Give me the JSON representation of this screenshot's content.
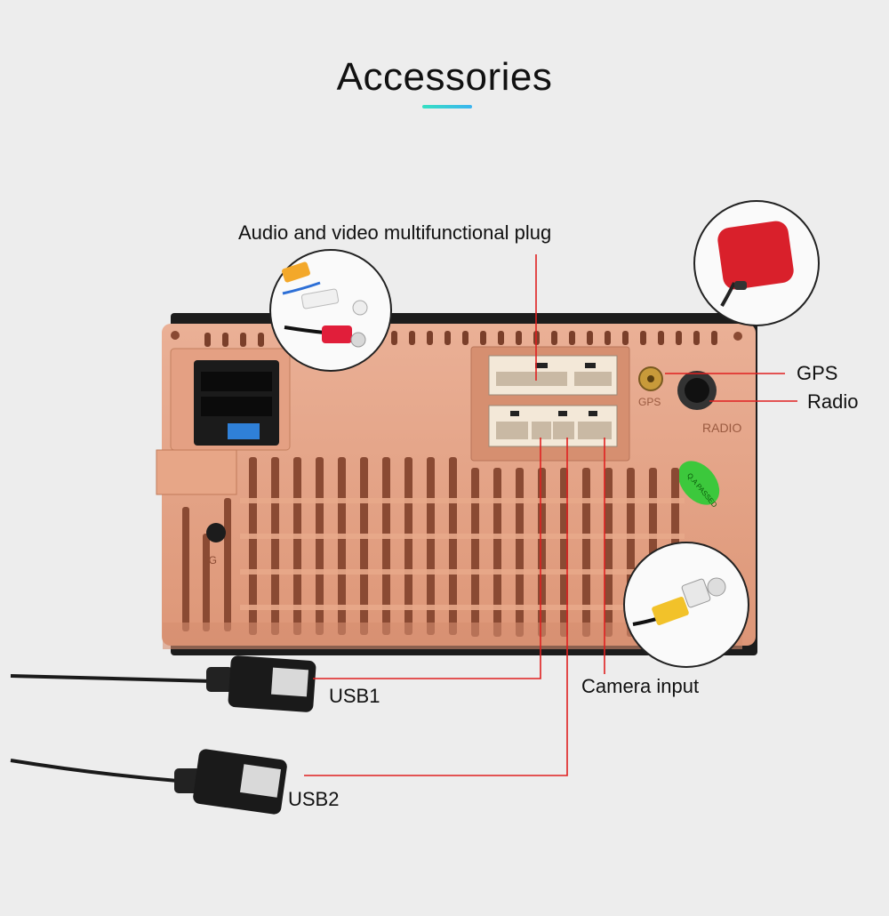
{
  "page": {
    "title": "Accessories",
    "accent_gradient": [
      "#35e0c2",
      "#3bb4f0"
    ],
    "background": "#ededed"
  },
  "callouts": {
    "av_plug": "Audio and video multifunctional plug",
    "gps": "GPS",
    "radio": "Radio",
    "usb1": "USB1",
    "camera": "Camera input",
    "usb2": "USB2"
  },
  "unit_markings": {
    "gps_port": "GPS",
    "radio_port": "RADIO",
    "qa_badge": "Q.A PASSED",
    "side_marking": "4G"
  },
  "colors": {
    "chassis": "#e7a282",
    "chassis_dark": "#b86b4d",
    "callout_line": "#e02020",
    "qa_badge": "#3cc83c"
  }
}
